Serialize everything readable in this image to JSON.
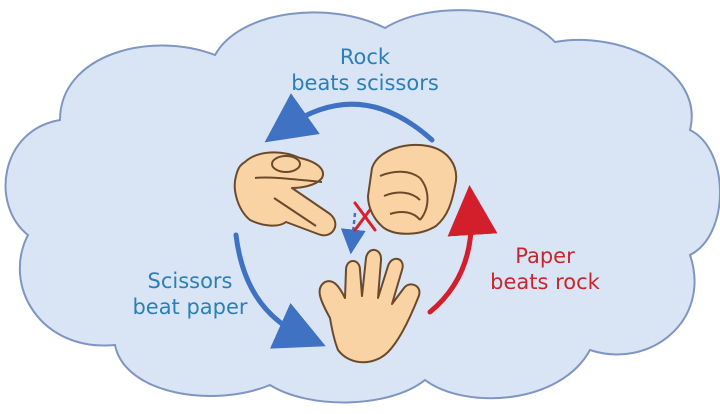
{
  "labels": {
    "rock": {
      "line1": "Rock",
      "line2": "beats scissors"
    },
    "scissors": {
      "line1": "Scissors",
      "line2": "beat paper"
    },
    "paper": {
      "line1": "Paper",
      "line2": "beats rock"
    }
  },
  "colors": {
    "cloud_fill": "#d9e5f5",
    "cloud_stroke": "#7f96c2",
    "text_blue": "#2b7fb6",
    "arrow_blue": "#3f72c2",
    "arrow_red": "#d21f2b",
    "skin": "#f9d3a4",
    "skin_outline": "#6b4a2c",
    "cross": "#d9202b"
  },
  "icons": [
    "scissors-hand-icon",
    "rock-fist-icon",
    "paper-hand-icon",
    "cross-mark-icon"
  ]
}
